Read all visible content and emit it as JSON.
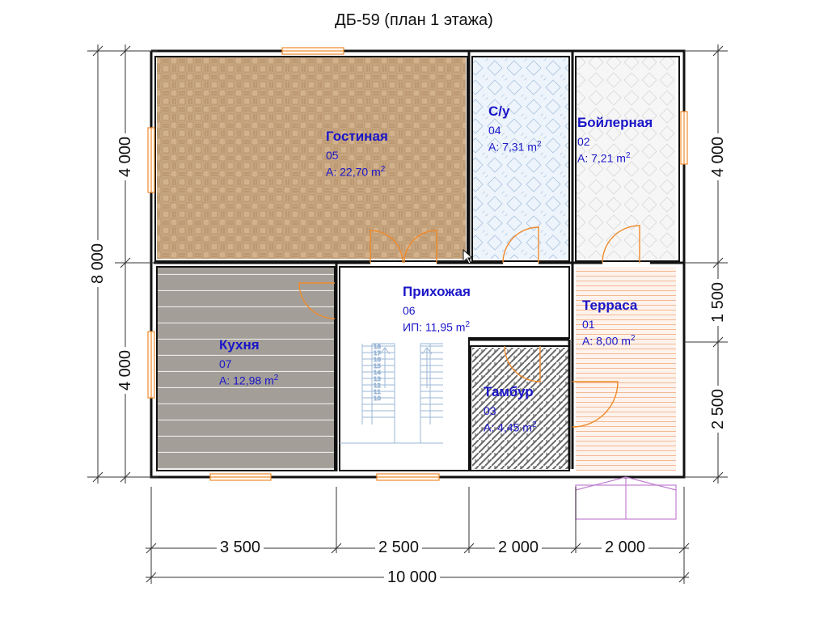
{
  "title": "ДБ-59 (план 1 этажа)",
  "colors": {
    "wall": "#111111",
    "label": "#1a16c8",
    "door": "#f08a2a",
    "parquet": "#c7a57f",
    "kitchen_floor": "#a39e98",
    "terrace_boards": "#f3b28a",
    "steps": "#c080d0",
    "stairs": "#9bb7d6"
  },
  "rooms": [
    {
      "name": "Гостиная",
      "code": "05",
      "area_prefix": "A:",
      "area": "22,70",
      "unit": "m",
      "unit_sup": "2"
    },
    {
      "name": "С/у",
      "code": "04",
      "area_prefix": "A:",
      "area": "7,31",
      "unit": "m",
      "unit_sup": "2"
    },
    {
      "name": "Бойлерная",
      "code": "02",
      "area_prefix": "A:",
      "area": "7,21",
      "unit": "m",
      "unit_sup": "2"
    },
    {
      "name": "Прихожая",
      "code": "06",
      "area_prefix": "ИП:",
      "area": "11,95",
      "unit": "m",
      "unit_sup": "2"
    },
    {
      "name": "Терраса",
      "code": "01",
      "area_prefix": "A:",
      "area": "8,00",
      "unit": "m",
      "unit_sup": "2"
    },
    {
      "name": "Кухня",
      "code": "07",
      "area_prefix": "A:",
      "area": "12,98",
      "unit": "m",
      "unit_sup": "2"
    },
    {
      "name": "Тамбур",
      "code": "03",
      "area_prefix": "A:",
      "area": "4,45",
      "unit": "m",
      "unit_sup": "2"
    }
  ],
  "dimensions": {
    "left_total": "8 000",
    "left_upper": "4 000",
    "left_lower": "4 000",
    "right_upper": "4 000",
    "right_middle": "1 500",
    "right_lower": "2 500",
    "bottom_segments": [
      "3 500",
      "2 500",
      "2 000",
      "2 000"
    ],
    "bottom_total": "10 000"
  },
  "stair_numbers": [
    "18",
    "17",
    "16",
    "15",
    "14",
    "13",
    "12",
    "11",
    "10"
  ]
}
